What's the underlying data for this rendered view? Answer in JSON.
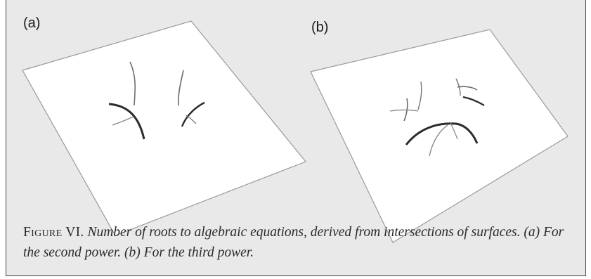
{
  "figure": {
    "panel_a_label": "(a)",
    "panel_b_label": "(b)",
    "caption_lead": "Figure VI.",
    "caption_text": "Number of roots to algebraic equations, derived from intersections of surfaces. (a) For the second power. (b) For the third power."
  },
  "colors": {
    "background": "#e9e9e9",
    "surface": "#ffffff",
    "surface_edge": "#9a9a9a",
    "curve_dark": "#2b2b2b",
    "curve_light": "#8a8a8a"
  }
}
